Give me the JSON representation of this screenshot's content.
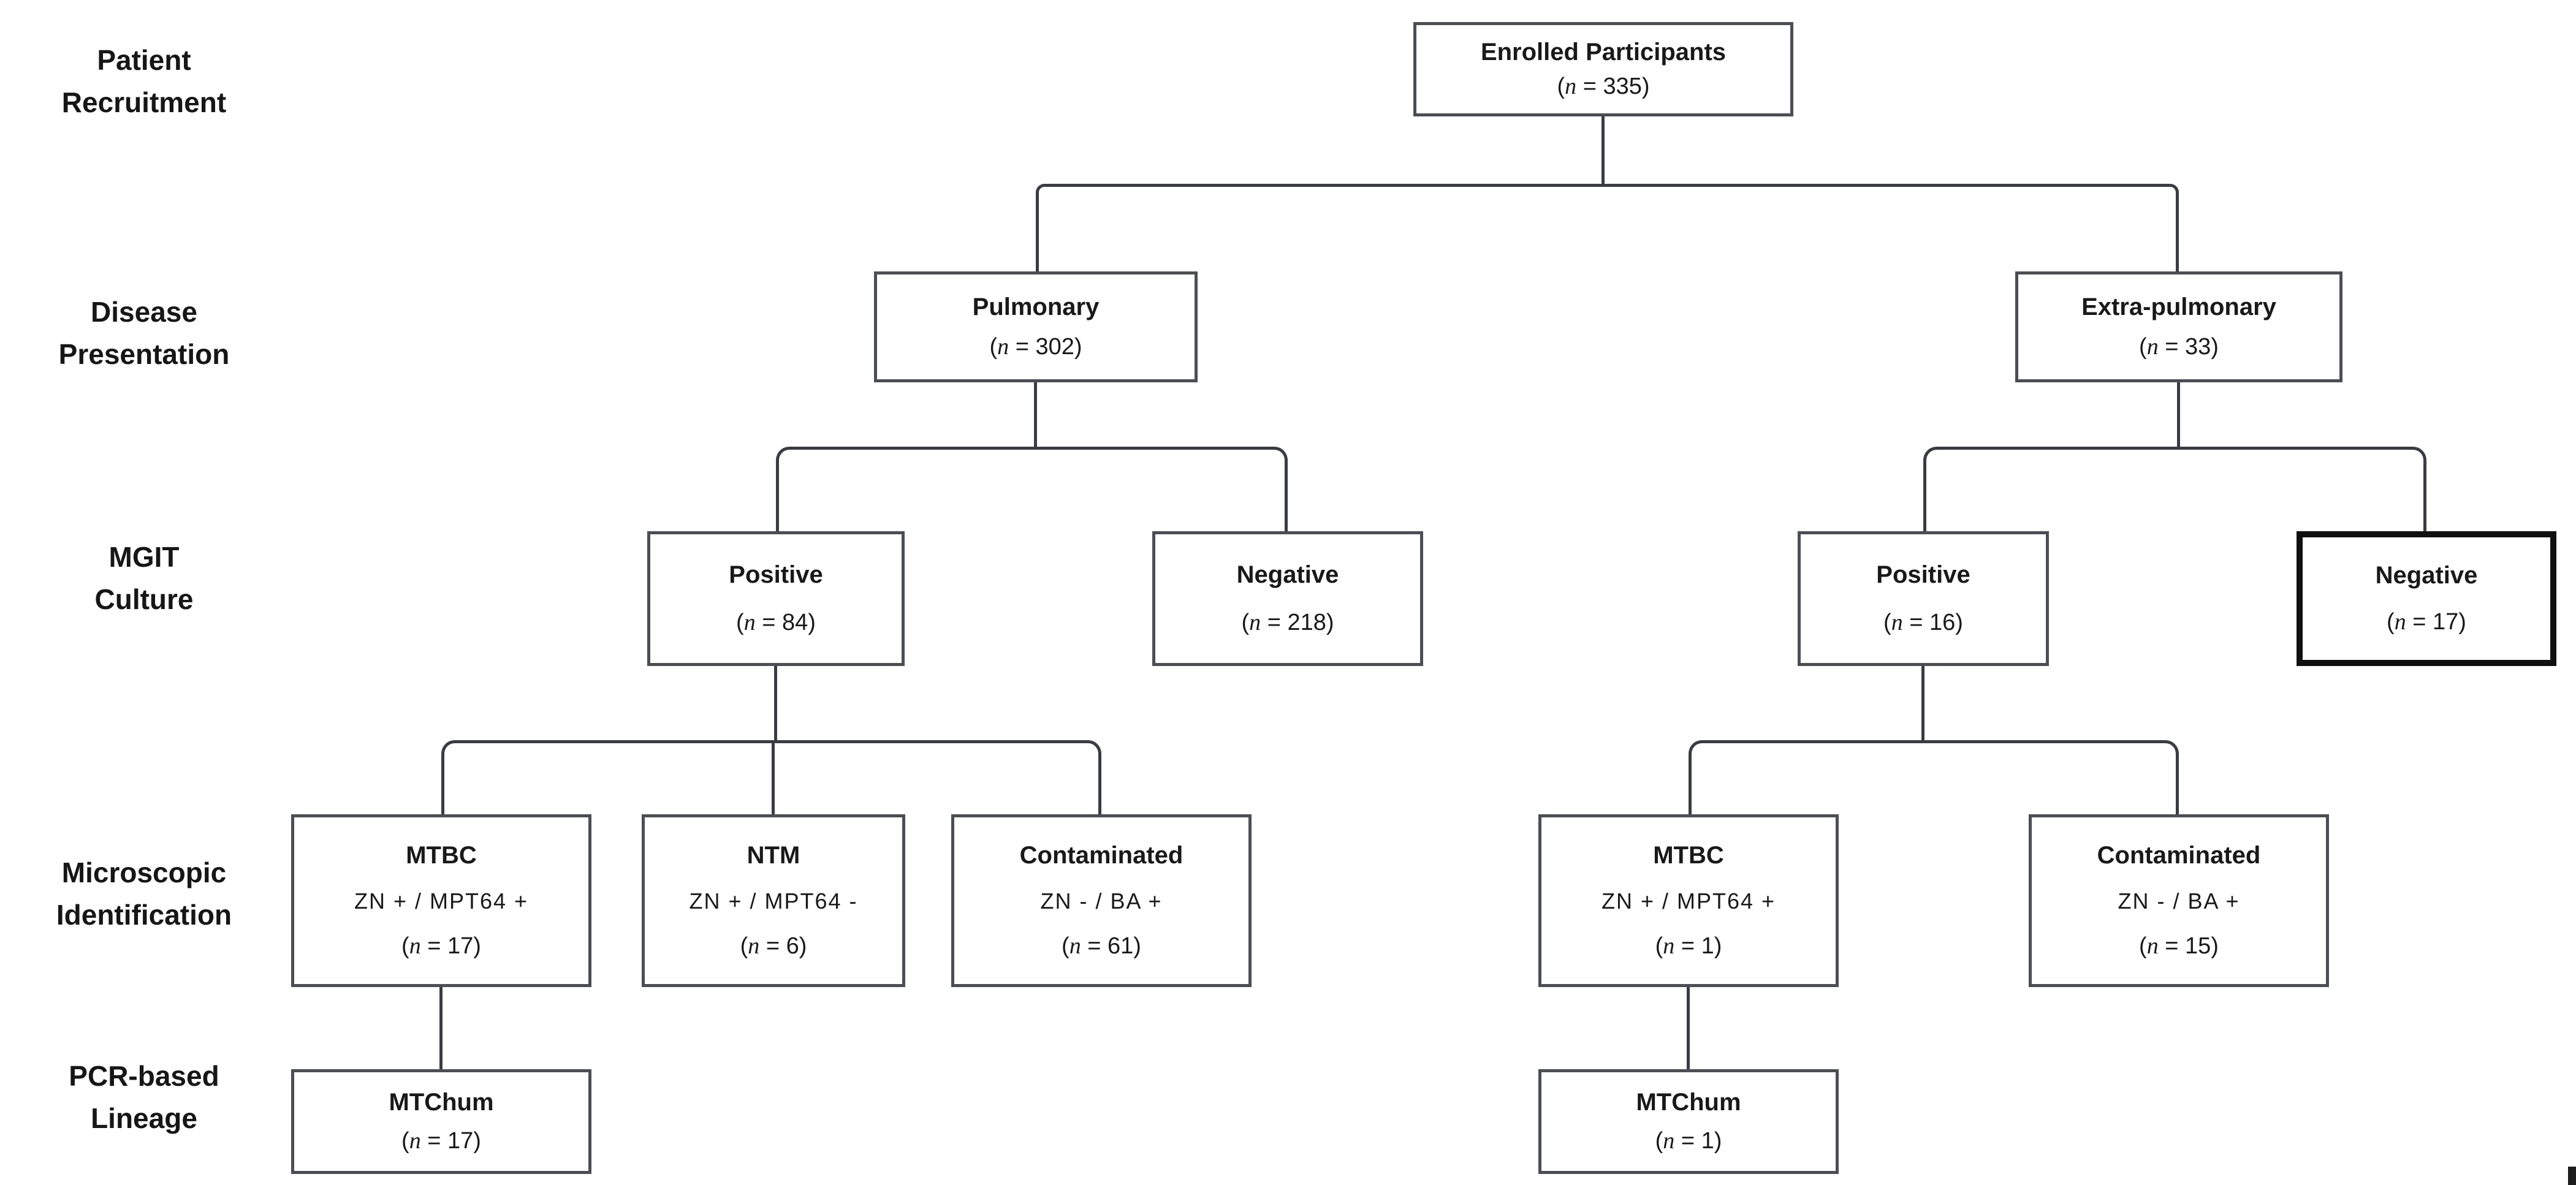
{
  "stages": [
    {
      "id": "patient-recruitment",
      "text": "Patient\nRecruitment"
    },
    {
      "id": "disease-presentation",
      "text": "Disease\nPresentation"
    },
    {
      "id": "mgit-culture",
      "text": "MGIT\nCulture"
    },
    {
      "id": "microscopic-identification",
      "text": "Microscopic\nIdentification"
    },
    {
      "id": "pcr-based-lineage",
      "text": "PCR-based\nLineage"
    }
  ],
  "boxes": {
    "enrolled": {
      "title": "Enrolled Participants",
      "n_text": "(n = 335)"
    },
    "pulmonary": {
      "title": "Pulmonary",
      "n_text": "(n = 302)"
    },
    "extra_pulmonary": {
      "title": "Extra-pulmonary",
      "n_text": "(n = 33)"
    },
    "pulm_positive": {
      "title": "Positive",
      "n_text": "(n = 84)"
    },
    "pulm_negative": {
      "title": "Negative",
      "n_text": "(n = 218)"
    },
    "ep_positive": {
      "title": "Positive",
      "n_text": "(n = 16)"
    },
    "ep_negative": {
      "title": "Negative",
      "n_text": "(n = 17)"
    },
    "pulm_mtbc": {
      "title": "MTBC",
      "criteria": "ZN + / MPT64 +",
      "n_text": "(n = 17)"
    },
    "pulm_ntm": {
      "title": "NTM",
      "criteria": "ZN + / MPT64 -",
      "n_text": "(n = 6)"
    },
    "pulm_contaminated": {
      "title": "Contaminated",
      "criteria": "ZN - / BA +",
      "n_text": "(n = 61)"
    },
    "ep_mtbc": {
      "title": "MTBC",
      "criteria": "ZN + / MPT64 +",
      "n_text": "(n = 1)"
    },
    "ep_contaminated": {
      "title": "Contaminated",
      "criteria": "ZN - / BA +",
      "n_text": "(n = 15)"
    },
    "pulm_mtchum": {
      "title": "MTChum",
      "n_text": "(n = 17)"
    },
    "ep_mtchum": {
      "title": "MTChum",
      "n_text": "(n = 1)"
    }
  },
  "edges": [
    {
      "from": "enrolled",
      "to": "pulmonary"
    },
    {
      "from": "enrolled",
      "to": "extra_pulmonary"
    },
    {
      "from": "pulmonary",
      "to": "pulm_positive"
    },
    {
      "from": "pulmonary",
      "to": "pulm_negative"
    },
    {
      "from": "extra_pulmonary",
      "to": "ep_positive"
    },
    {
      "from": "extra_pulmonary",
      "to": "ep_negative"
    },
    {
      "from": "pulm_positive",
      "to": "pulm_mtbc"
    },
    {
      "from": "pulm_positive",
      "to": "pulm_ntm"
    },
    {
      "from": "pulm_positive",
      "to": "pulm_contaminated"
    },
    {
      "from": "ep_positive",
      "to": "ep_mtbc"
    },
    {
      "from": "ep_positive",
      "to": "ep_contaminated"
    },
    {
      "from": "pulm_mtbc",
      "to": "pulm_mtchum"
    },
    {
      "from": "ep_mtbc",
      "to": "ep_mtchum"
    }
  ],
  "colors": {
    "line": "#393c41",
    "box_border": "#4b4e53",
    "emphasis_border": "#101010",
    "text": "#191919",
    "background": "#ffffff"
  }
}
